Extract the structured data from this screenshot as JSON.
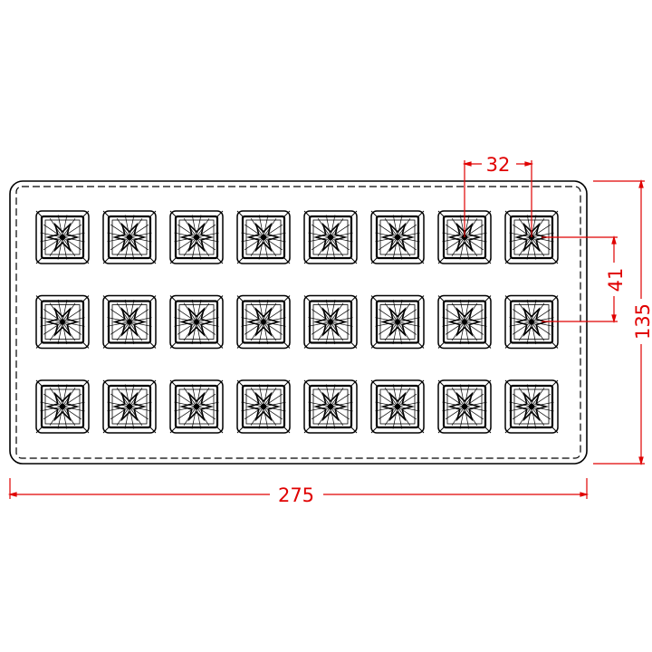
{
  "drawing": {
    "grid": {
      "rows": 3,
      "columns": 8
    },
    "dimensions": {
      "overall_width": "275",
      "overall_height": "135",
      "column_pitch": "32",
      "row_pitch": "41"
    },
    "colors": {
      "outline": "#000000",
      "dimension": "#e00000"
    }
  }
}
